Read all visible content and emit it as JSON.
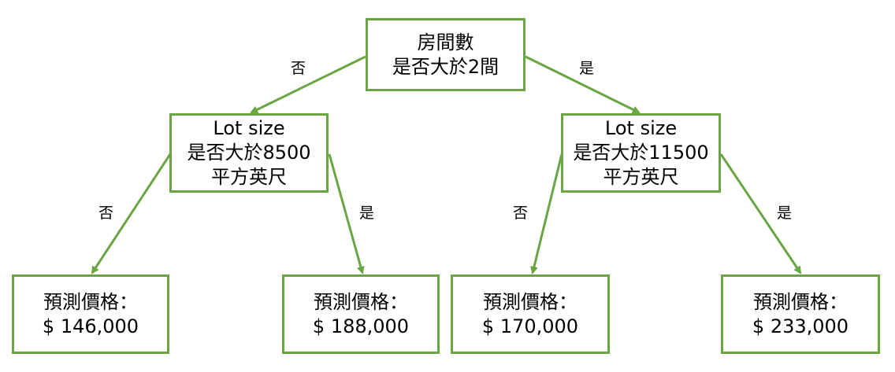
{
  "colors": {
    "accent": "#6aa544",
    "text": "#000000",
    "background": "#ffffff"
  },
  "nodes": {
    "root": {
      "lines": [
        "房間數",
        "是否大於2間"
      ]
    },
    "left": {
      "lines": [
        "Lot size",
        "是否大於8500",
        "平方英尺"
      ]
    },
    "right": {
      "lines": [
        "Lot size",
        "是否大於11500",
        "平方英尺"
      ]
    },
    "leaf1": {
      "lines": [
        "預測價格：",
        "$ 146,000"
      ]
    },
    "leaf2": {
      "lines": [
        "預測價格：",
        "$ 188,000"
      ]
    },
    "leaf3": {
      "lines": [
        "預測價格：",
        "$ 170,000"
      ]
    },
    "leaf4": {
      "lines": [
        "預測價格：",
        "$ 233,000"
      ]
    }
  },
  "edges": {
    "root_no": "否",
    "root_yes": "是",
    "left_no": "否",
    "left_yes": "是",
    "right_no": "否",
    "right_yes": "是"
  }
}
